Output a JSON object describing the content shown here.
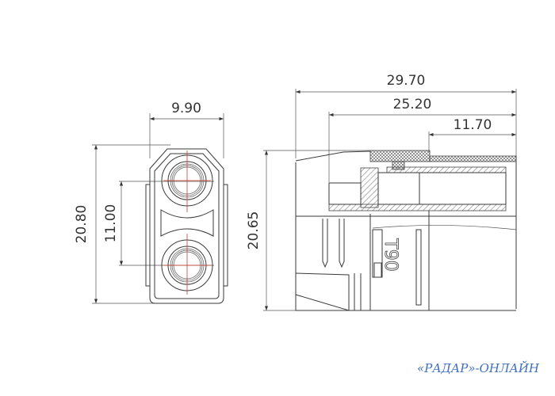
{
  "front_view": {
    "width_label": "9.90",
    "height_label": "20.80",
    "pitch_label": "11.00"
  },
  "side_view": {
    "overall_length_label": "29.70",
    "length_2_label": "25.20",
    "length_3_label": "11.70",
    "height_label": "20.65",
    "body_marking": "T90"
  },
  "watermark": "«РАДАР»-ОНЛАЙН",
  "colors": {
    "line": "#3a3a3a",
    "centerline": "#d0402a",
    "watermark": "#3f6fc0"
  }
}
